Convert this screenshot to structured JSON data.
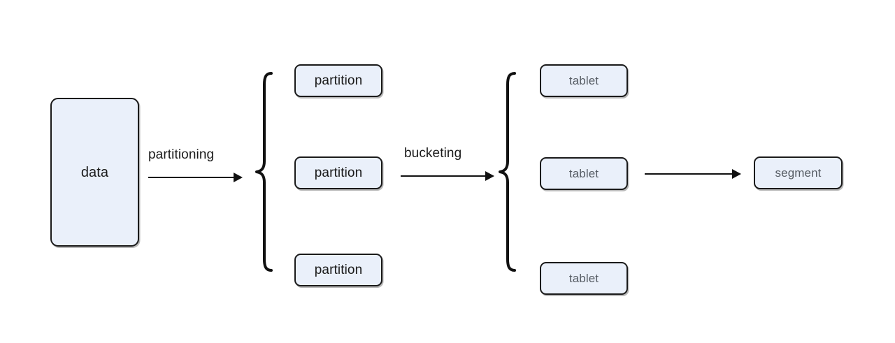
{
  "diagram": {
    "title": "data partitioning bucketing segment flow",
    "background_color": "#ffffff",
    "node_fill_color": "#eaf0fa",
    "node_border_color": "#1a1a1a",
    "arrow_color": "#111111",
    "primary_text_color": "#1a1a1a",
    "secondary_text_color": "#555b63"
  },
  "nodes": {
    "data": {
      "label": "data"
    },
    "partitions": [
      {
        "label": "partition"
      },
      {
        "label": "partition"
      },
      {
        "label": "partition"
      }
    ],
    "tablets": [
      {
        "label": "tablet"
      },
      {
        "label": "tablet"
      },
      {
        "label": "tablet"
      }
    ],
    "segment": {
      "label": "segment"
    }
  },
  "arrows": [
    {
      "label": "partitioning"
    },
    {
      "label": "bucketing"
    },
    {
      "label": ""
    }
  ],
  "braces": [
    {
      "name": "partition-group-brace"
    },
    {
      "name": "tablet-group-brace"
    }
  ]
}
